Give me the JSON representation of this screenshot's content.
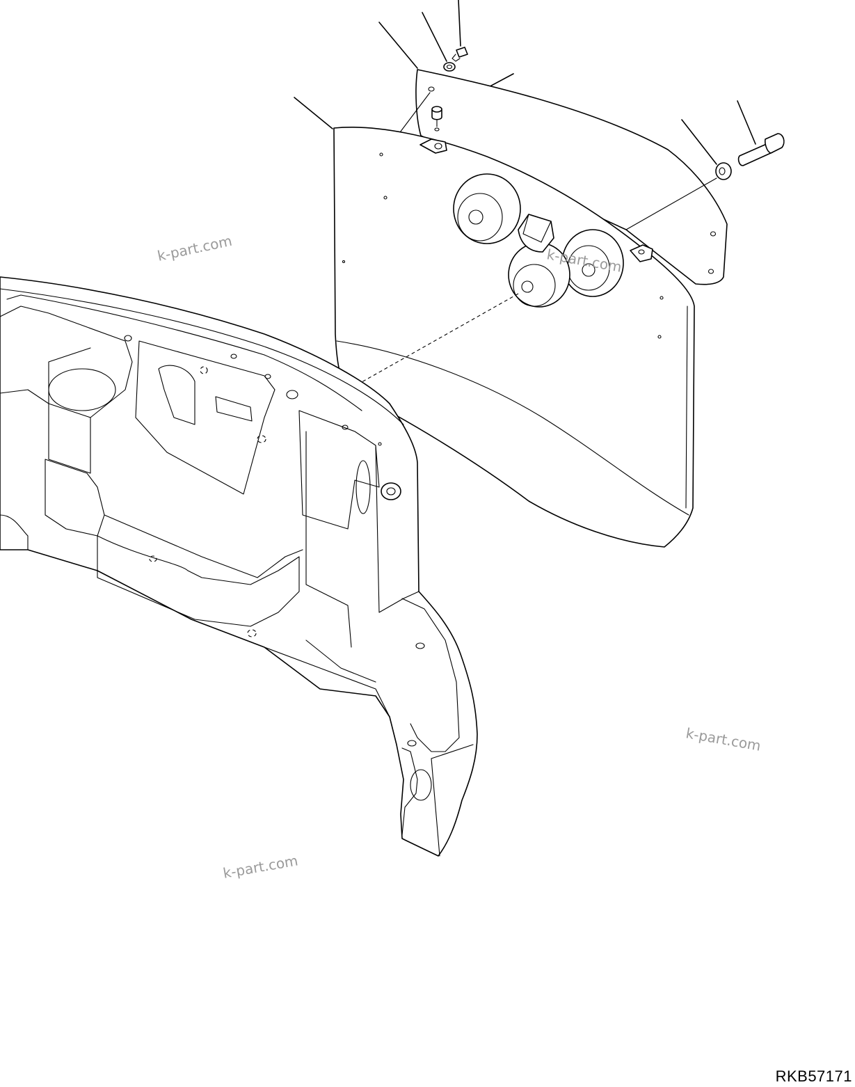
{
  "watermarks": [
    "k-part.com",
    "k-part.com",
    "k-part.com",
    "k-part.com"
  ],
  "drawing_code": "RKB57171",
  "colors": {
    "line": "#000000",
    "watermark": "#9a9a9a",
    "background": "#ffffff"
  }
}
